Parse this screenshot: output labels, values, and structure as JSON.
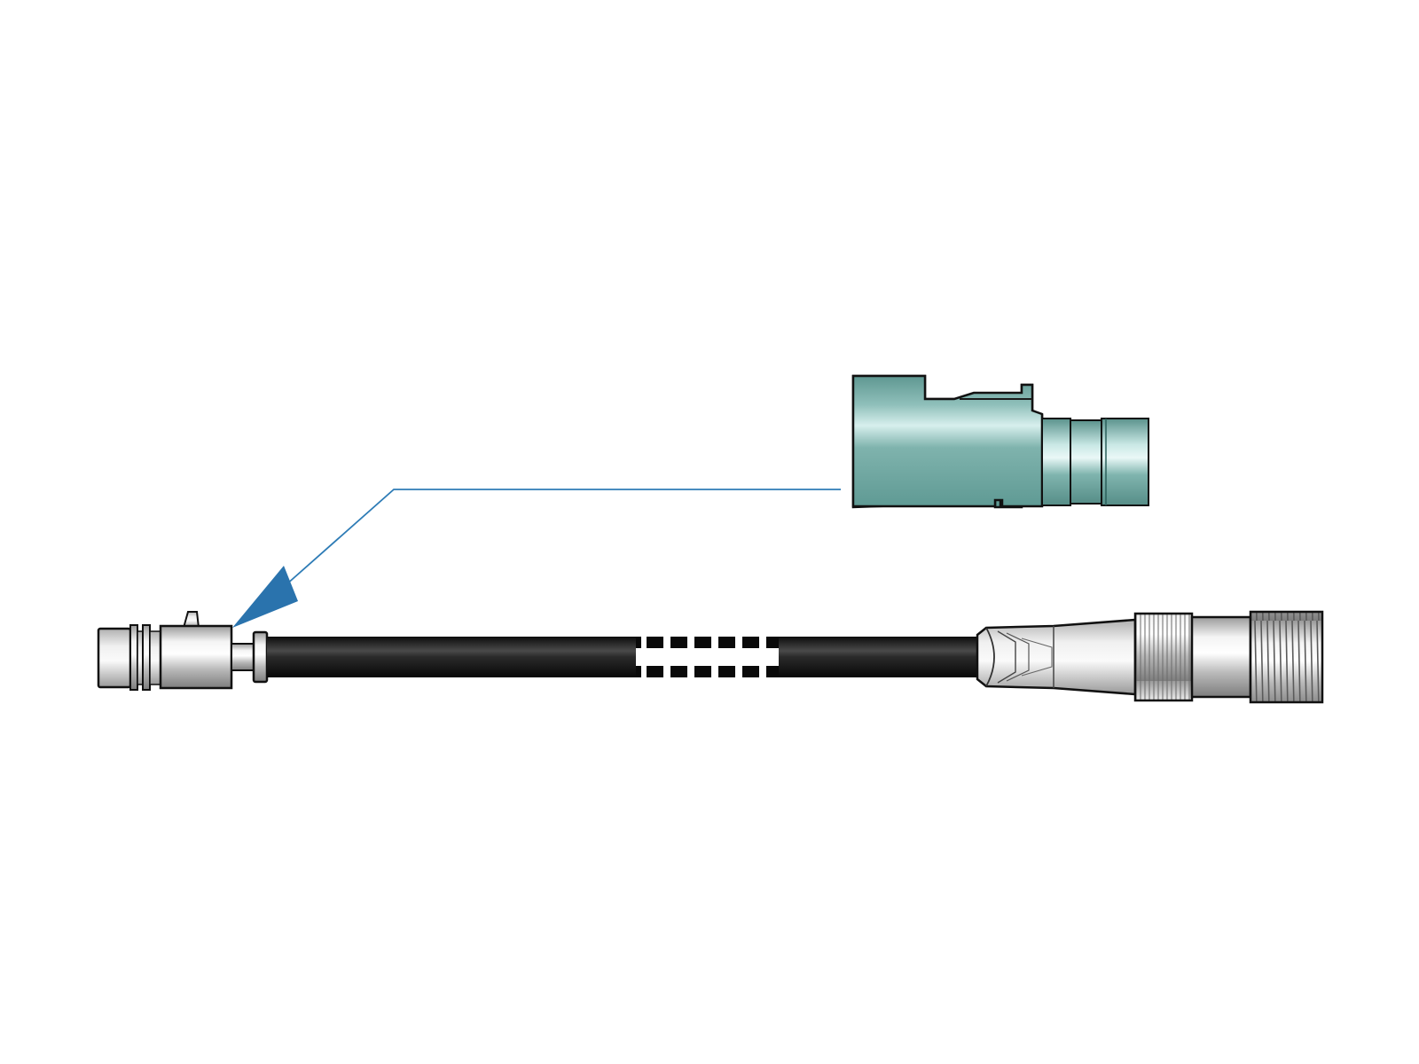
{
  "diagram": {
    "labels": [],
    "components": [
      {
        "id": "fakra-connector-housing",
        "icon": "connector-housing-icon"
      },
      {
        "id": "callout-leader",
        "icon": "arrow-icon"
      },
      {
        "id": "left-plug",
        "icon": "plug-icon"
      },
      {
        "id": "coax-cable",
        "icon": "cable-icon",
        "break": true
      },
      {
        "id": "right-threaded-connector",
        "icon": "threaded-connector-icon"
      }
    ]
  },
  "colors": {
    "housing": "#6aa39d",
    "housing_light": "#d2ecea",
    "leader": "#2e7cb6",
    "arrowhead": "#2a73ad",
    "cable": "#1a1a1a",
    "metal_light": "#f2f2f2",
    "metal_dark": "#8e8e8e",
    "outline": "#111111"
  }
}
